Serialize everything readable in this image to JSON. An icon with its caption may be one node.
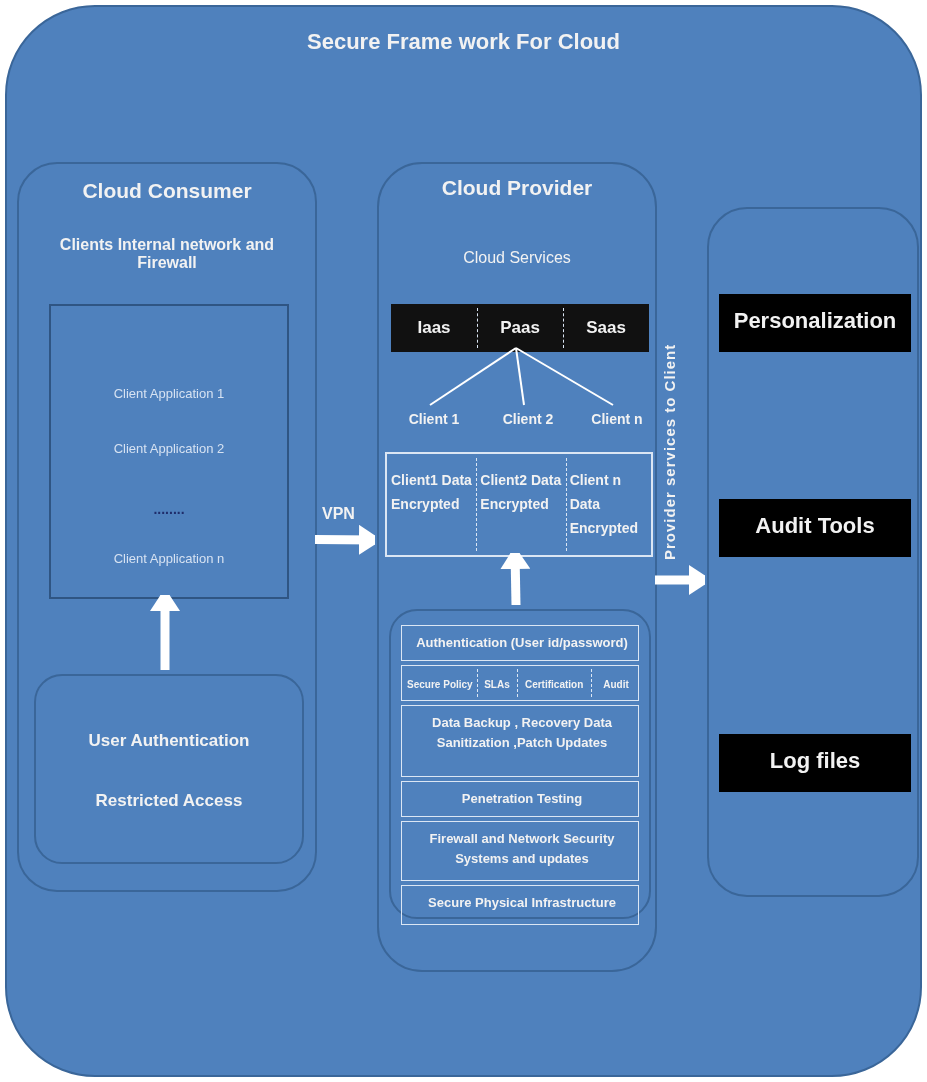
{
  "diagram": {
    "title": "Secure Frame work For Cloud",
    "nodes": [
      {
        "text": [],
        "shape": "box"
      },
      {
        "text": [
          "Cloud Consumer",
          "Clients Internal network and Firewall"
        ],
        "in": 0
      },
      {
        "text": [
          "Client Application 1",
          "Client Application 2",
          "........",
          "Client Application n"
        ],
        "in": 1
      },
      {
        "text": [
          "User Authentication",
          "Restricted Access"
        ],
        "in": 1
      },
      {
        "text": [
          "Cloud Provider",
          "Cloud Services"
        ],
        "in": 0
      },
      {
        "text": [
          "Iaas",
          "Paas",
          "Saas"
        ],
        "in": 4
      },
      {
        "text": [
          "Client 1"
        ],
        "in": 4
      },
      {
        "text": [
          "Client 2"
        ],
        "in": 4
      },
      {
        "text": [
          "Client n"
        ],
        "in": 4
      },
      {
        "text": [
          "Client1 Data Encrypted",
          "Client2 Data Encrypted",
          "Client n Data Encrypted"
        ],
        "in": 4
      },
      {
        "text": [
          "Authentication (User id/password)",
          "Secure Policy",
          "SLAs",
          "Certification",
          "Audit",
          "Data Backup , Recovery Data Sanitization ,Patch Updates",
          "Penetration Testing",
          "Firewall and Network Security Systems and updates",
          "Secure Physical Infrastructure"
        ],
        "in": 4
      },
      {
        "text": [],
        "shape": "box",
        "in": 0
      },
      {
        "text": [
          "Personalization"
        ],
        "in": 11
      },
      {
        "text": [
          "Audit Tools"
        ],
        "in": 11
      },
      {
        "text": [
          "Log files"
        ],
        "in": 11
      }
    ],
    "edges": [
      {
        "from": 3,
        "to": 2,
        "arrow": "to"
      },
      {
        "from": 5,
        "to": 6,
        "arrow": "none"
      },
      {
        "from": 5,
        "to": 7,
        "arrow": "none"
      },
      {
        "from": 5,
        "to": 8,
        "arrow": "none"
      },
      {
        "from": 10,
        "to": 9,
        "arrow": "to"
      },
      {
        "from": 1,
        "to": 4,
        "arrow": "to",
        "label": "VPN"
      },
      {
        "from": 4,
        "to": 11,
        "arrow": "to",
        "label": "Provider services to Client"
      }
    ]
  }
}
